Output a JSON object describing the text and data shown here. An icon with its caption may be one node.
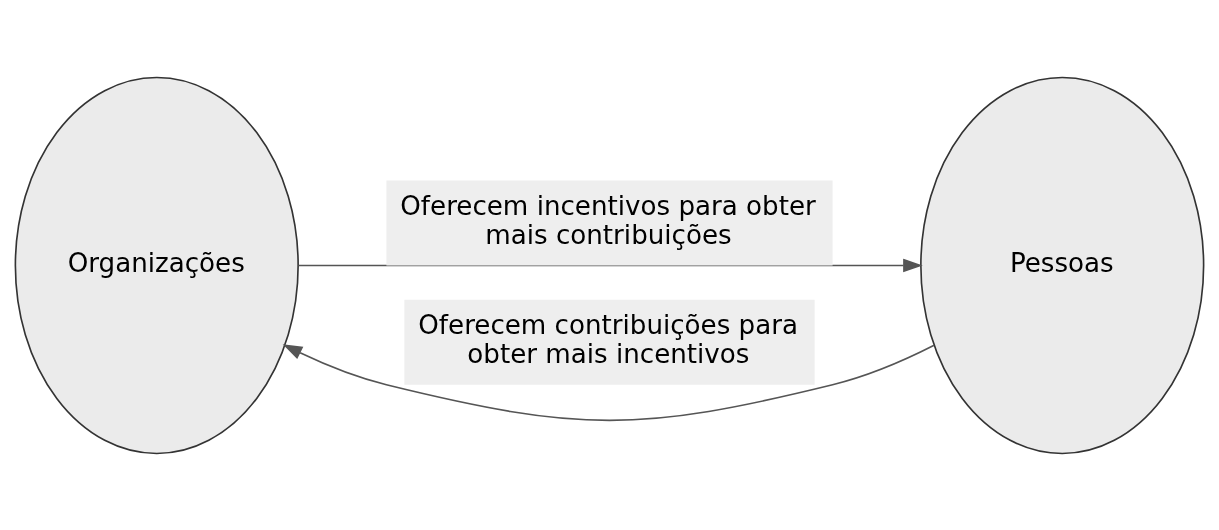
{
  "diagram": {
    "nodes": [
      {
        "text": [
          "Organizações"
        ]
      },
      {
        "text": [
          "Pessoas"
        ]
      }
    ],
    "edges": [
      {
        "from": 0,
        "to": 1,
        "arrow": "to",
        "label": "Oferecem incentivos para obter mais contribuições"
      },
      {
        "from": 1,
        "to": 0,
        "arrow": "to",
        "label": "Oferecem contribuições para obter mais incentivos"
      }
    ]
  }
}
